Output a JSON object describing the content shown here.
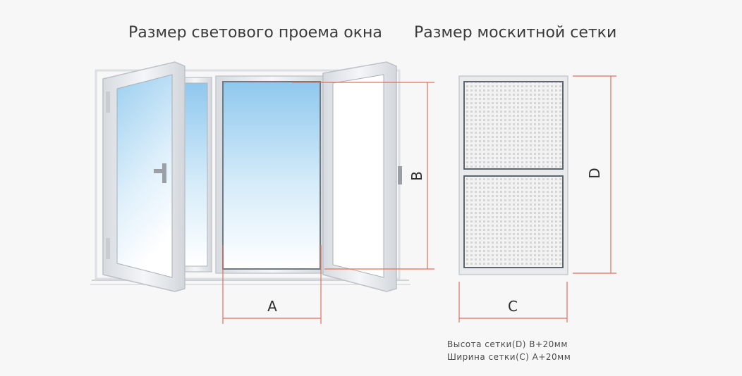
{
  "titles": {
    "window_opening": "Размер светового проема окна",
    "mosquito_net": "Размер москитной сетки"
  },
  "dimension_labels": {
    "a": "A",
    "b": "B",
    "c": "C",
    "d": "D"
  },
  "notes": {
    "height": "Высота сетки(D)  B+20мм",
    "width": "Ширина сетки(С)  А+20мм"
  },
  "colors": {
    "dimension_line": "#e0715d",
    "frame": "#e6e9ec",
    "glass_top": "#8fc8ee",
    "glass_bottom": "#ffffff",
    "mesh": "#d9d9d9"
  }
}
